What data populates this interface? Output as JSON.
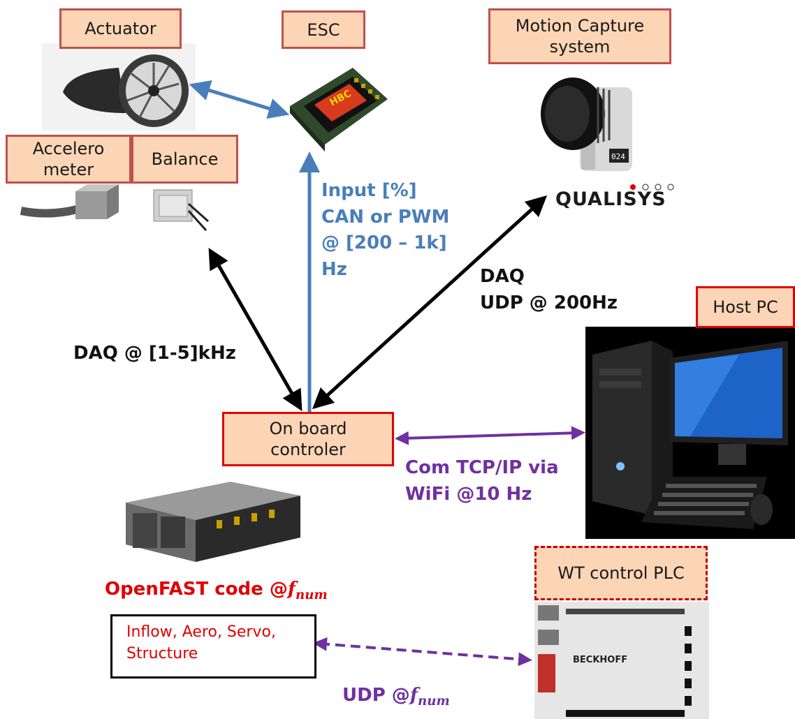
{
  "boxes": {
    "actuator": "Actuator",
    "esc": "ESC",
    "motion_capture": "Motion Capture system",
    "accelerometer": "Accelero meter",
    "balance": "Balance",
    "host_pc": "Host PC",
    "onboard": "On board controler",
    "plc": "WT control PLC",
    "modules": "Inflow, Aero, Servo, Structure"
  },
  "labels": {
    "esc_link": [
      "Input [%]",
      "CAN or PWM",
      "@ [200 – 1k]",
      "Hz"
    ],
    "mocap_link": [
      "DAQ",
      "UDP @ 200Hz"
    ],
    "sensor_link": "DAQ @ [1-5]kHz",
    "pc_link": [
      "Com TCP/IP via",
      "WiFi @10 Hz"
    ],
    "openfast_prefix": "OpenFAST code @",
    "udp_prefix": "UDP @",
    "math_var": "f",
    "math_sub": "num"
  },
  "logos": {
    "qualisys": "QUALISYS",
    "hbc": "HBC",
    "beckhoff": "BECKHOFF"
  },
  "colors": {
    "box_fill": "#fbd5b5",
    "box_border": "#c0504d",
    "blue_arrow": "#4a7ebb",
    "purple_arrow": "#7030a0",
    "black_arrow": "#000000",
    "red_text": "#e00000"
  }
}
